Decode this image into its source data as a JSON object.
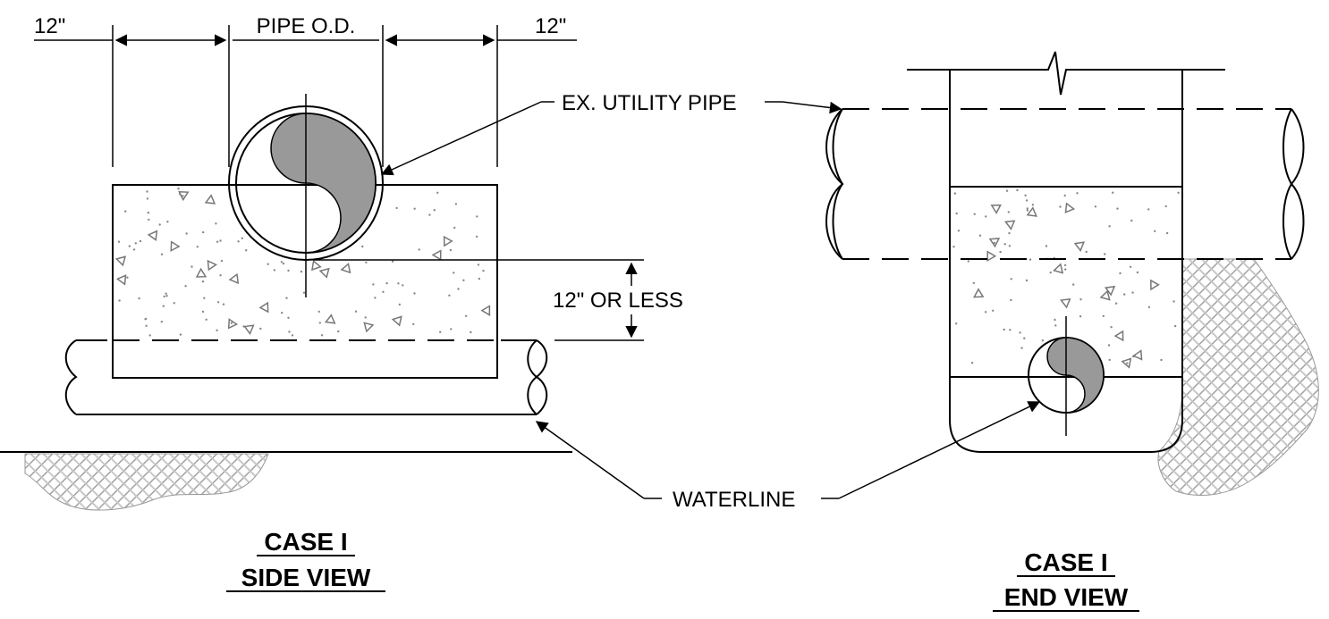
{
  "side_view": {
    "dim_left": "12\"",
    "dim_pipe": "PIPE O.D.",
    "dim_right": "12\"",
    "clearance": "12\" OR LESS",
    "title_line1": "CASE I",
    "title_line2": "SIDE VIEW"
  },
  "end_view": {
    "title_line1": "CASE I",
    "title_line2": "END VIEW"
  },
  "callouts": {
    "utility_pipe": "EX. UTILITY PIPE",
    "waterline": "WATERLINE"
  },
  "colors": {
    "line": "#000000",
    "pipe_fill": "#999999",
    "soil_hatch": "#a0a0a0",
    "speckle": "#888888"
  }
}
